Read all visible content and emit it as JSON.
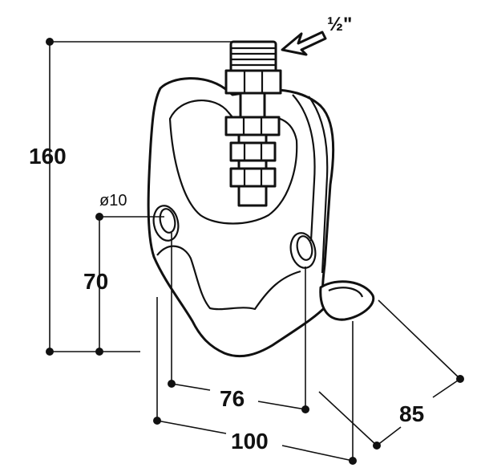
{
  "diagram": {
    "thread_size": "½\"",
    "hole_label": "ø10",
    "dimensions": {
      "overall_height": "160",
      "hole_height": "70",
      "hole_spacing": "76",
      "overall_width": "100",
      "depth": "85"
    }
  }
}
